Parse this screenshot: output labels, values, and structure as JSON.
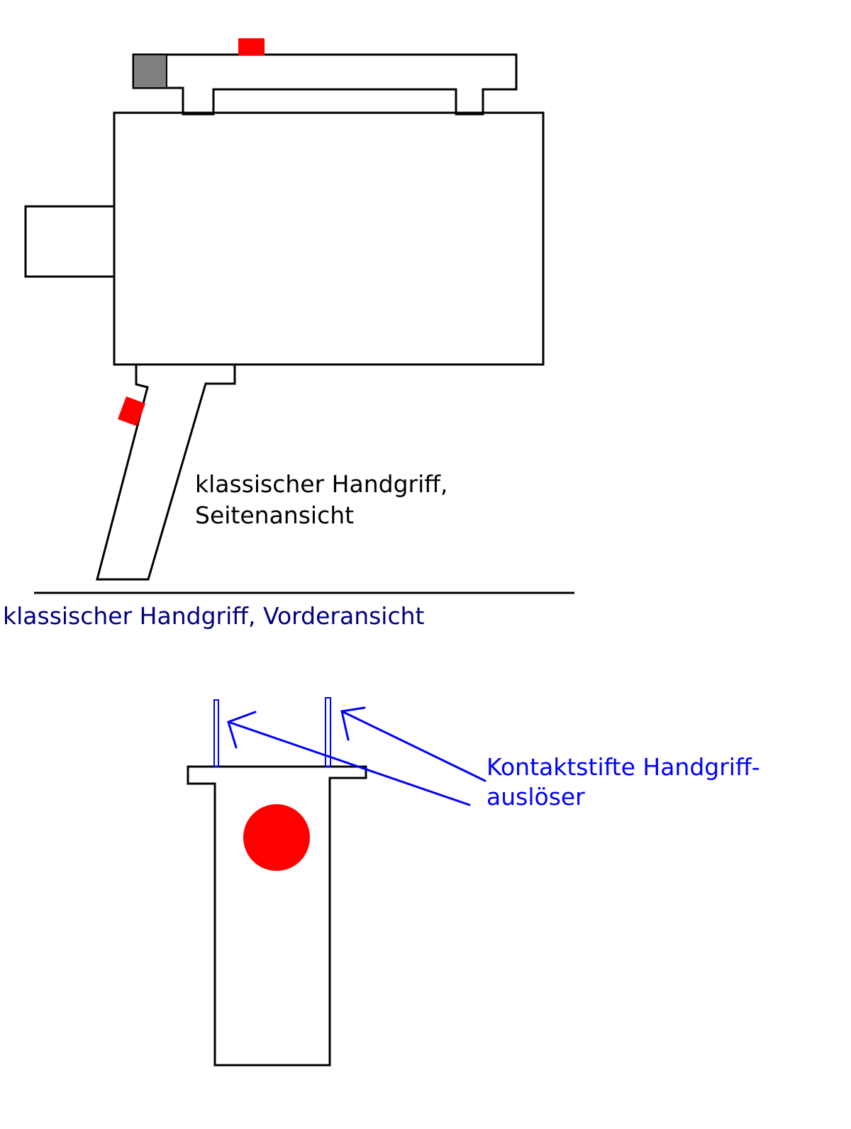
{
  "labels": {
    "side_view_line1": "klassischer Handgriff,",
    "side_view_line2": "Seitenansicht",
    "front_view": "klassischer Handgriff, Vorderansicht",
    "pins_line1": "Kontaktstifte Handgriff-",
    "pins_line2": "auslöser"
  },
  "colors": {
    "outline": "#000000",
    "trigger": "#ff0000",
    "grey_block": "#7f7f7f",
    "annotation_blue": "#0000ff",
    "caption_navy": "#000080"
  }
}
